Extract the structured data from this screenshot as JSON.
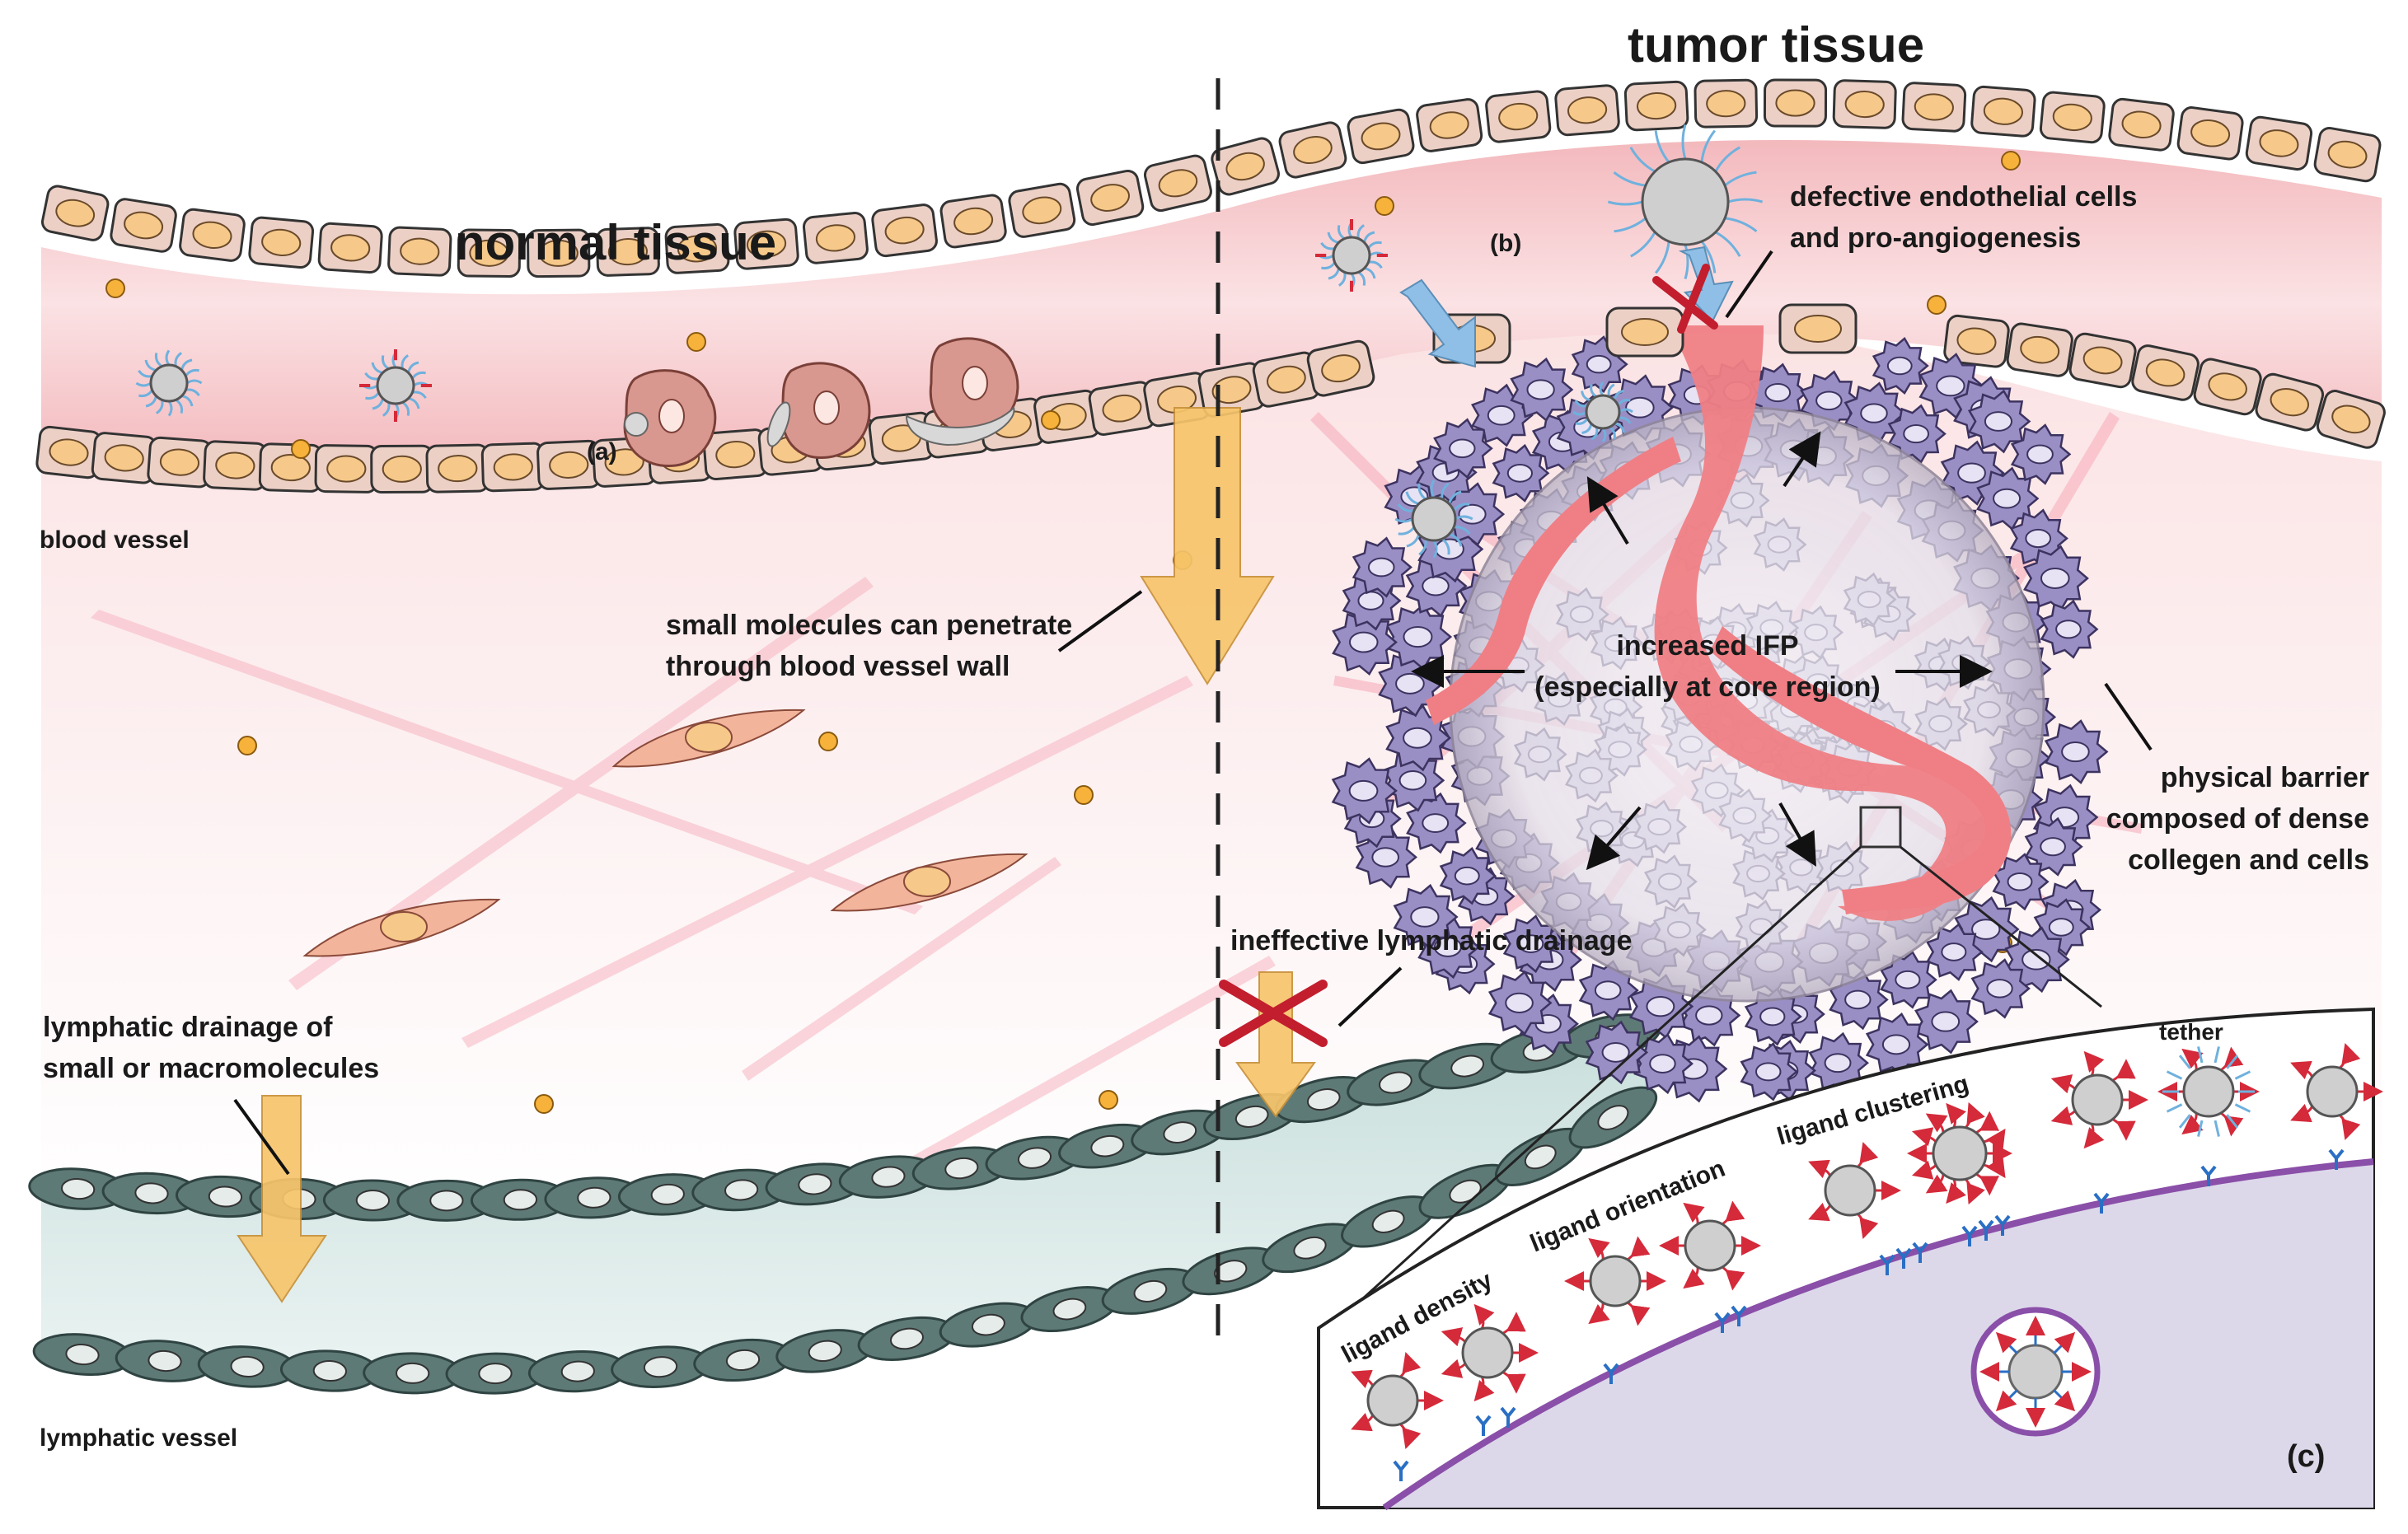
{
  "titles": {
    "normal": "normal tissue",
    "tumor": "tumor tissue"
  },
  "labels": {
    "blood_vessel": "blood vessel",
    "lymphatic_vessel": "lymphatic vessel",
    "panel_a": "(a)",
    "panel_b": "(b)",
    "panel_c": "(c)",
    "small_molecules_line1": "small molecules can penetrate",
    "small_molecules_line2": "through blood vessel wall",
    "lymph_drain_line1": "lymphatic drainage of",
    "lymph_drain_line2": "small or macromolecules",
    "ineffective_lymph": "ineffective lymphatic drainage",
    "defective_line1": "defective endothelial cells",
    "defective_line2": "and pro-angiogenesis",
    "ifp_line1": "increased IFP",
    "ifp_line2": "(especially at core region)",
    "barrier_line1": "physical barrier",
    "barrier_line2": "composed of dense",
    "barrier_line3": "collegen and cells"
  },
  "inset": {
    "ligand_density": "ligand density",
    "ligand_orientation": "ligand orientation",
    "ligand_clustering": "ligand clustering",
    "tether": "tether"
  },
  "colors": {
    "vessel_pink": "#f5c6c8",
    "endothelial_cell": "#ecd0c6",
    "nucleus": "#f6c98a",
    "lymph_cell": "#5e7a76",
    "lymph_lumen": "#cfe3e0",
    "tumor_cell": "#9a8fc4",
    "arrow_orange": "#f7c56b",
    "arrow_blue": "#8fbfe6",
    "cross_red": "#c21e2e",
    "tumor_vessel": "#ef7f85",
    "membrane": "#8a4fa8"
  }
}
